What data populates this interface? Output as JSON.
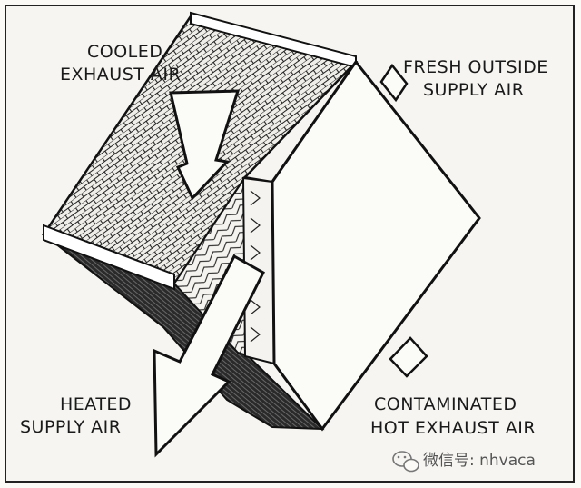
{
  "labels": {
    "cooled_exhaust": [
      "COOLED",
      "EXHAUST AIR"
    ],
    "fresh_supply": [
      "FRESH OUTSIDE",
      "SUPPLY AIR"
    ],
    "heated_supply": [
      "HEATED",
      "SUPPLY AIR"
    ],
    "contaminated_exhaust": [
      "CONTAMINATED",
      "HOT EXHAUST AIR"
    ]
  },
  "watermark": {
    "icon": "wechat-icon",
    "text": "微信号: nhvaca"
  },
  "colors": {
    "ink": "#1a1a1a",
    "paper": "#f6f5f1"
  }
}
